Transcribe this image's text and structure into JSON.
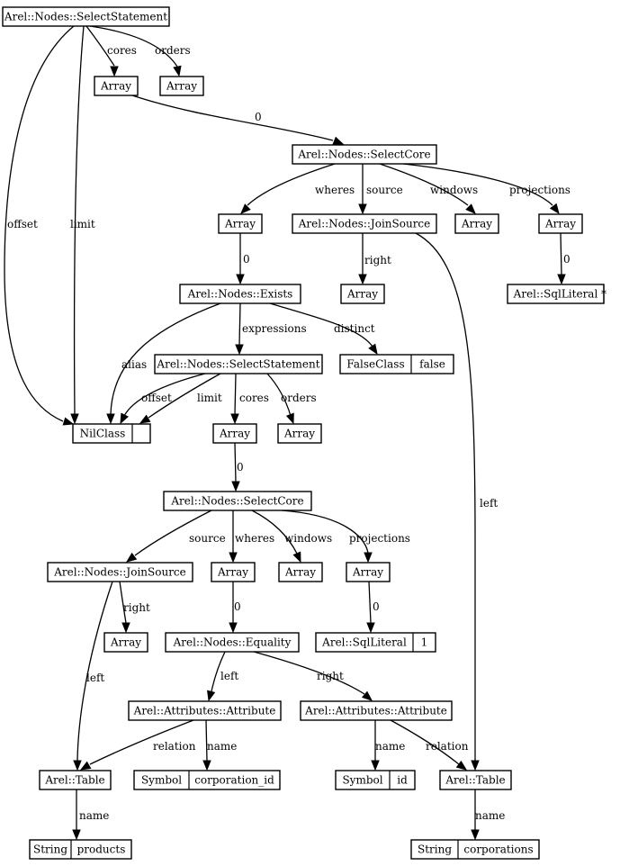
{
  "nodes": {
    "ss1": {
      "fields": [
        "Arel::Nodes::SelectStatement"
      ]
    },
    "arr_cores1": {
      "fields": [
        "Array"
      ]
    },
    "arr_orders1": {
      "fields": [
        "Array"
      ]
    },
    "sc1": {
      "fields": [
        "Arel::Nodes::SelectCore"
      ]
    },
    "arr_wheres1": {
      "fields": [
        "Array"
      ]
    },
    "js1": {
      "fields": [
        "Arel::Nodes::JoinSource"
      ]
    },
    "arr_windows1": {
      "fields": [
        "Array"
      ]
    },
    "arr_proj1": {
      "fields": [
        "Array"
      ]
    },
    "exists": {
      "fields": [
        "Arel::Nodes::Exists"
      ]
    },
    "arr_right1": {
      "fields": [
        "Array"
      ]
    },
    "sql_star": {
      "fields": [
        "Arel::SqlLiteral",
        "*"
      ]
    },
    "ss2": {
      "fields": [
        "Arel::Nodes::SelectStatement"
      ]
    },
    "falseclass": {
      "fields": [
        "FalseClass",
        "false"
      ]
    },
    "nilclass": {
      "fields": [
        "NilClass",
        ""
      ]
    },
    "arr_cores2": {
      "fields": [
        "Array"
      ]
    },
    "arr_orders2": {
      "fields": [
        "Array"
      ]
    },
    "sc2": {
      "fields": [
        "Arel::Nodes::SelectCore"
      ]
    },
    "js2": {
      "fields": [
        "Arel::Nodes::JoinSource"
      ]
    },
    "arr_wheres2": {
      "fields": [
        "Array"
      ]
    },
    "arr_windows2": {
      "fields": [
        "Array"
      ]
    },
    "arr_proj2": {
      "fields": [
        "Array"
      ]
    },
    "arr_right2": {
      "fields": [
        "Array"
      ]
    },
    "equality": {
      "fields": [
        "Arel::Nodes::Equality"
      ]
    },
    "sql_one": {
      "fields": [
        "Arel::SqlLiteral",
        "1"
      ]
    },
    "attr_left": {
      "fields": [
        "Arel::Attributes::Attribute"
      ]
    },
    "attr_right": {
      "fields": [
        "Arel::Attributes::Attribute"
      ]
    },
    "table_products": {
      "fields": [
        "Arel::Table"
      ]
    },
    "sym_corp_id": {
      "fields": [
        "Symbol",
        "corporation_id"
      ]
    },
    "sym_id": {
      "fields": [
        "Symbol",
        "id"
      ]
    },
    "table_corps": {
      "fields": [
        "Arel::Table"
      ]
    },
    "str_products": {
      "fields": [
        "String",
        "products"
      ]
    },
    "str_corps": {
      "fields": [
        "String",
        "corporations"
      ]
    }
  },
  "edges": {
    "e_cores1": {
      "from": "ss1",
      "to": "arr_cores1",
      "label": "cores"
    },
    "e_orders1": {
      "from": "ss1",
      "to": "arr_orders1",
      "label": "orders"
    },
    "e_offset1": {
      "from": "ss1",
      "to": "nilclass",
      "label": "offset"
    },
    "e_limit1": {
      "from": "ss1",
      "to": "nilclass",
      "label": "limit"
    },
    "e_core0_1": {
      "from": "arr_cores1",
      "to": "sc1",
      "label": "0"
    },
    "e_wheres1": {
      "from": "sc1",
      "to": "arr_wheres1",
      "label": "wheres"
    },
    "e_source1": {
      "from": "sc1",
      "to": "js1",
      "label": "source"
    },
    "e_windows1": {
      "from": "sc1",
      "to": "arr_windows1",
      "label": "windows"
    },
    "e_proj1": {
      "from": "sc1",
      "to": "arr_proj1",
      "label": "projections"
    },
    "e_where0_1": {
      "from": "arr_wheres1",
      "to": "exists",
      "label": "0"
    },
    "e_right1": {
      "from": "js1",
      "to": "arr_right1",
      "label": "right"
    },
    "e_left1": {
      "from": "js1",
      "to": "table_corps",
      "label": "left"
    },
    "e_proj0_1": {
      "from": "arr_proj1",
      "to": "sql_star",
      "label": "0"
    },
    "e_alias": {
      "from": "exists",
      "to": "nilclass",
      "label": "alias"
    },
    "e_expressions": {
      "from": "exists",
      "to": "ss2",
      "label": "expressions"
    },
    "e_distinct": {
      "from": "exists",
      "to": "falseclass",
      "label": "distinct"
    },
    "e_offset2": {
      "from": "ss2",
      "to": "nilclass",
      "label": "offset"
    },
    "e_limit2": {
      "from": "ss2",
      "to": "nilclass",
      "label": "limit"
    },
    "e_cores2": {
      "from": "ss2",
      "to": "arr_cores2",
      "label": "cores"
    },
    "e_orders2": {
      "from": "ss2",
      "to": "arr_orders2",
      "label": "orders"
    },
    "e_core0_2": {
      "from": "arr_cores2",
      "to": "sc2",
      "label": "0"
    },
    "e_source2": {
      "from": "sc2",
      "to": "js2",
      "label": "source"
    },
    "e_wheres2": {
      "from": "sc2",
      "to": "arr_wheres2",
      "label": "wheres"
    },
    "e_windows2": {
      "from": "sc2",
      "to": "arr_windows2",
      "label": "windows"
    },
    "e_proj2": {
      "from": "sc2",
      "to": "arr_proj2",
      "label": "projections"
    },
    "e_right2": {
      "from": "js2",
      "to": "arr_right2",
      "label": "right"
    },
    "e_left2": {
      "from": "js2",
      "to": "table_products",
      "label": "left"
    },
    "e_where0_2": {
      "from": "arr_wheres2",
      "to": "equality",
      "label": "0"
    },
    "e_proj0_2": {
      "from": "arr_proj2",
      "to": "sql_one",
      "label": "0"
    },
    "e_eq_left": {
      "from": "equality",
      "to": "attr_left",
      "label": "left"
    },
    "e_eq_right": {
      "from": "equality",
      "to": "attr_right",
      "label": "right"
    },
    "e_rel_left": {
      "from": "attr_left",
      "to": "table_products",
      "label": "relation"
    },
    "e_name_left": {
      "from": "attr_left",
      "to": "sym_corp_id",
      "label": "name"
    },
    "e_name_right": {
      "from": "attr_right",
      "to": "sym_id",
      "label": "name"
    },
    "e_rel_right": {
      "from": "attr_right",
      "to": "table_corps",
      "label": "relation"
    },
    "e_name_prod": {
      "from": "table_products",
      "to": "str_products",
      "label": "name"
    },
    "e_name_corps": {
      "from": "table_corps",
      "to": "str_corps",
      "label": "name"
    }
  }
}
